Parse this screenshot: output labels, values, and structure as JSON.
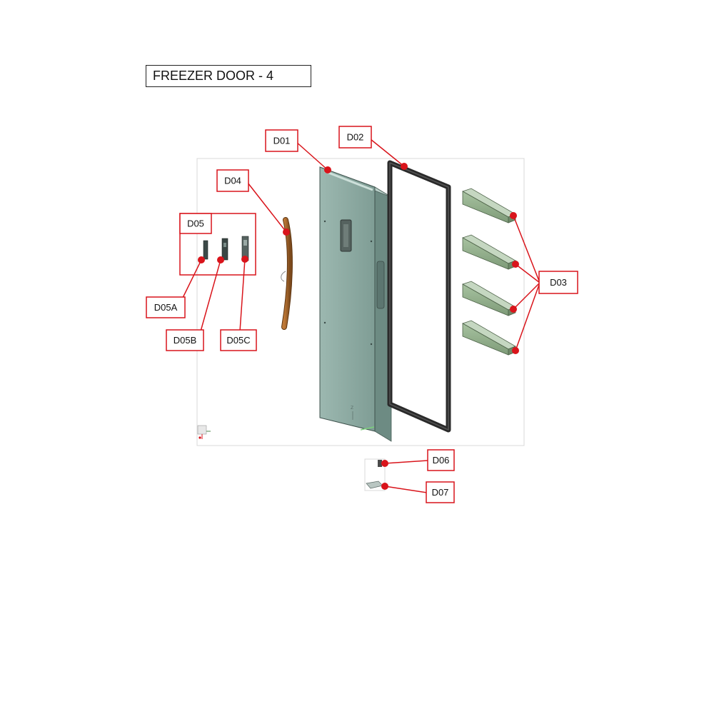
{
  "title": "FREEZER DOOR - 4",
  "callouts": [
    {
      "id": "d01",
      "text": "D01"
    },
    {
      "id": "d02",
      "text": "D02"
    },
    {
      "id": "d03",
      "text": "D03"
    },
    {
      "id": "d04",
      "text": "D04"
    },
    {
      "id": "d05",
      "text": "D05"
    },
    {
      "id": "d05a",
      "text": "D05A"
    },
    {
      "id": "d05b",
      "text": "D05B"
    },
    {
      "id": "d05c",
      "text": "D05C"
    },
    {
      "id": "d06",
      "text": "D06"
    },
    {
      "id": "d07",
      "text": "D07"
    }
  ],
  "colors": {
    "callout": "#d9141b",
    "door": "#8aa8a0",
    "gasket": "#222222",
    "bin": "#8fab8a",
    "handle": "#a0632b"
  }
}
